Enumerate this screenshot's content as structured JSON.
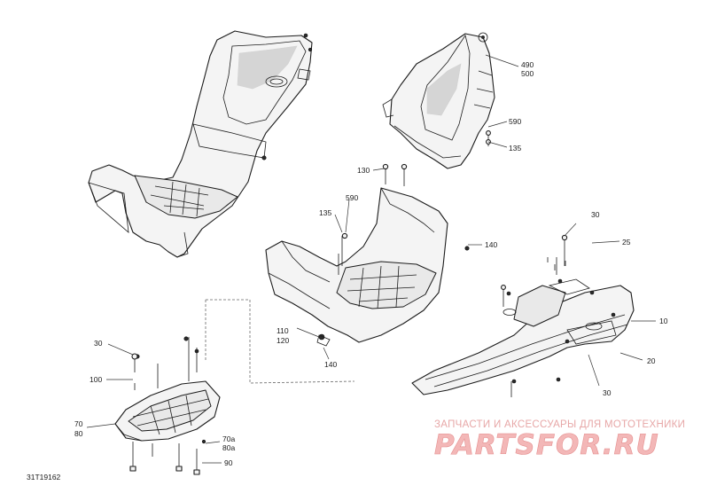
{
  "labels": {
    "l490": "490",
    "l500": "500",
    "l590a": "590",
    "l135a": "135",
    "l130": "130",
    "l135b": "135",
    "l590b": "590",
    "l140a": "140",
    "l30a": "30",
    "l25": "25",
    "l10": "10",
    "l20": "20",
    "l30b": "30",
    "l110": "110",
    "l120": "120",
    "l140b": "140",
    "l30c": "30",
    "l100": "100",
    "l70": "70",
    "l80": "80",
    "l70a": "70a",
    "l80a": "80a",
    "l90": "90"
  },
  "diagram_id": "31T19162",
  "watermark": {
    "tagline": "ЗАПЧАСТИ И АКСЕССУАРЫ ДЛЯ МОТОТЕХНИКИ",
    "logo": "PARTSFOR.RU"
  }
}
